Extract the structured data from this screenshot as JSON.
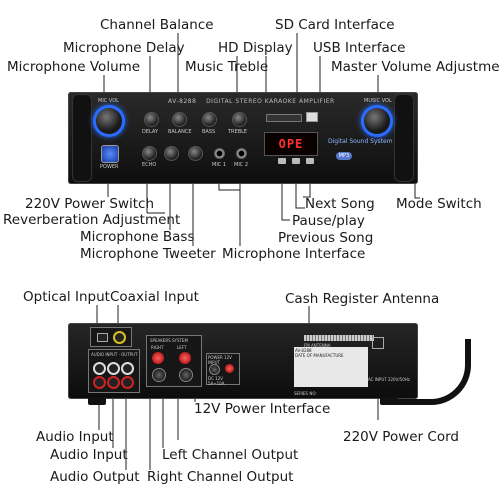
{
  "labels": {
    "channel_balance": "Channel Balance",
    "sd_card": "SD Card Interface",
    "microphone_delay": "Microphone Delay",
    "hd_display": "HD Display",
    "usb": "USB Interface",
    "microphone_volume": "Microphone Volume",
    "music_treble": "Music Treble",
    "master_volume": "Master Volume Adjustment",
    "power_switch": "220V Power Switch",
    "reverberation": "Reverberation Adjustment",
    "next_song": "Next Song",
    "mode_switch": "Mode Switch",
    "pause_play": "Pause/play",
    "microphone_bass": "Microphone Bass",
    "previous_song": "Previous Song",
    "microphone_tweeter": "Microphone Tweeter",
    "microphone_interface": "Microphone Interface",
    "optical_input": "Optical Input",
    "coaxial_input": "Coaxial Input",
    "cash_register_antenna": "Cash Register Antenna",
    "audio_input_1": "Audio Input",
    "power_12v": "12V Power Interface",
    "power_cord": "220V Power Cord",
    "audio_input_2": "Audio Input",
    "left_channel": "Left Channel Output",
    "audio_output": "Audio Output",
    "right_channel": "Right Channel Output"
  },
  "front_panel": {
    "model": "AV-8288",
    "title": "DIGITAL STEREO KARAOKE AMPLIFIER",
    "display_text": "OPE",
    "mic_vol": "MIC VOL",
    "music_vol": "MUSIC VOL",
    "delay": "DELAY",
    "balance": "BALANCE",
    "bass": "BASS",
    "treble": "TREBLE",
    "power": "POWER",
    "echo": "ECHO",
    "mic1": "MIC 1",
    "mic2": "MIC 2",
    "mp3": "MP3",
    "digital_sound": "Digital Sound System"
  },
  "back_panel": {
    "speakers": "SPEAKERS SYSTEM",
    "right": "RIGHT",
    "left": "LEFT",
    "audio_io": "AUDIO INPUT · OUTPUT",
    "power_input": "POWER 12V INPUT",
    "dc": "DC 12V 5A~10A",
    "fm_antenna": "FM ANTENNA",
    "series_no": "SERIES NO:",
    "ac_input": "AC INPUT 220V/50Hz",
    "sticker_model": "AV-8288",
    "date_of_manufacture": "DATE OF MANUFACTURE"
  }
}
